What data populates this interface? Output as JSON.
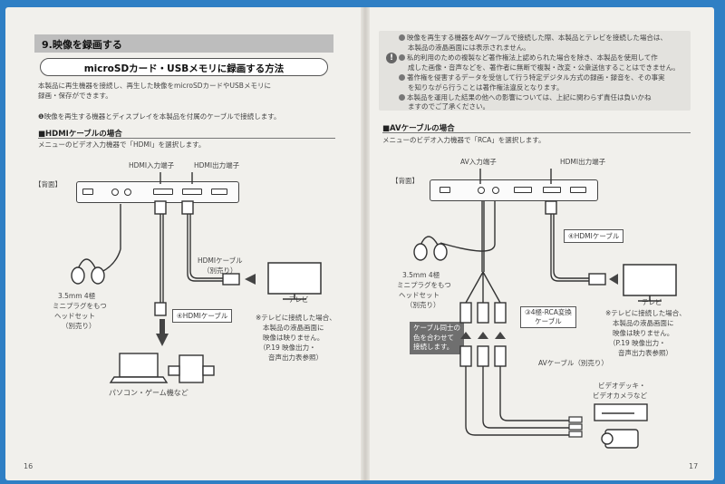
{
  "left": {
    "chapter": "9.映像を録画する",
    "section": "microSDカード・USBメモリに録画する方法",
    "intro_1": "本製品に再生機器を接続し、再生した映像をmicroSDカードやUSBメモリに",
    "intro_2": "録画・保存ができます。",
    "step1": "❶映像を再生する機器とディスプレイを本製品を付属のケーブルで接続します。",
    "hdmi_head": "■HDMIケーブルの場合",
    "hdmi_desc": "メニューのビデオ入力機器で「HDMI」を選択します。",
    "back_label": "【背面】",
    "hdmi_in": "HDMI入力端子",
    "hdmi_out": "HDMI出力端子",
    "hdmi_cable_sep_1": "HDMIケーブル",
    "hdmi_cable_sep_2": "（別売り）",
    "tv": "テレビ",
    "headset_1": "3.5mm 4極",
    "headset_2": "ミニプラグをもつ",
    "headset_3": "ヘッドセット",
    "headset_4": "（別売り）",
    "hdmi_cable_box": "④HDMIケーブル",
    "tv_note_1": "※テレビに接続した場合、",
    "tv_note_2": "本製品の液晶画面に",
    "tv_note_3": "映像は映りません。",
    "tv_note_4": "（P.19 映像出力・",
    "tv_note_5": "音声出力表参照）",
    "pc_game": "パソコン・ゲーム機など",
    "page_number": "16"
  },
  "right": {
    "notice_1a": "映像を再生する機器をAVケーブルで接続した際、本製品とテレビを接続した場合は、",
    "notice_1b": "本製品の液晶画面には表示されません。",
    "notice_2a": "私的利用のための複製など著作権法上認められた場合を除き、本製品を使用して作",
    "notice_2b": "成した画像・音声などを、著作者に無断で複製・改変・公衆送信することはできません。",
    "notice_3a": "著作権を侵害するデータを受信して行う特定デジタル方式の録画・録音を、その事実",
    "notice_3b": "を知りながら行うことは著作権法違反となります。",
    "notice_4a": "本製品を運用した結果の他への影響については、上記に関わらず責任は負いかね",
    "notice_4b": "ますのでご了承ください。",
    "av_head": "■AVケーブルの場合",
    "av_desc": "メニューのビデオ入力機器で「RCA」を選択します。",
    "back_label": "【背面】",
    "av_in": "AV入力端子",
    "hdmi_out": "HDMI出力端子",
    "hdmi_cable_box": "④HDMIケーブル",
    "headset_1": "3.5mm 4極",
    "headset_2": "ミニプラグをもつ",
    "headset_3": "ヘッドセット",
    "headset_4": "（別売り）",
    "rca_box_1": "③4極-RCA変換",
    "rca_box_2": "ケーブル",
    "callout_1": "ケーブル同士の",
    "callout_2": "色を合わせて",
    "callout_3": "接続します。",
    "tv": "テレビ",
    "tv_note_1": "※テレビに接続した場合、",
    "tv_note_2": "本製品の液晶画面に",
    "tv_note_3": "映像は映りません。",
    "tv_note_4": "（P.19 映像出力・",
    "tv_note_5": "音声出力表参照）",
    "av_cable_sep": "AVケーブル（別売り）",
    "video_deck_1": "ビデオデッキ・",
    "video_deck_2": "ビデオカメラなど",
    "page_number": "17"
  }
}
